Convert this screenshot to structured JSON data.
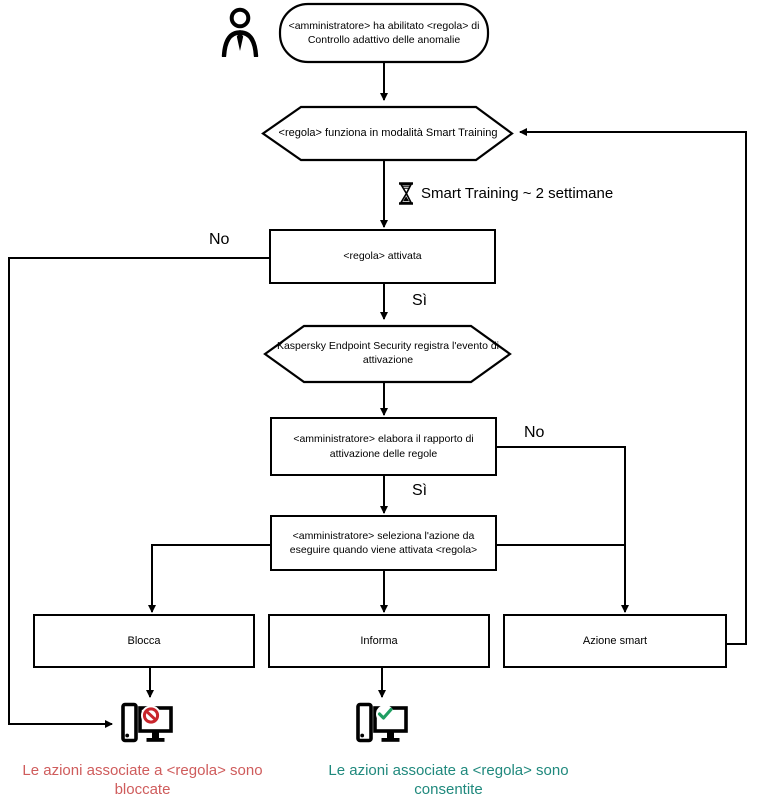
{
  "diagram": {
    "title_hint": "Adaptive Anomaly Control rule flow (Italian)",
    "nodes": {
      "start": {
        "label": "<amministratore> ha abilitato <regola> di\nControllo adattivo delle anomalie"
      },
      "training_mode": {
        "label": "<regola> funziona in modalità Smart Training"
      },
      "rule_triggered": {
        "label": "<regola> attivata"
      },
      "logs_event": {
        "label": "Kaspersky Endpoint Security registra l'evento di\nattivazione"
      },
      "admin_processes": {
        "label": "<amministratore> elabora il rapporto di\nattivazione delle regole"
      },
      "admin_selects": {
        "label": "<amministratore> seleziona l'azione da\neseguire quando viene attivata <regola>"
      },
      "block": {
        "label": "Blocca"
      },
      "inform": {
        "label": "Informa"
      },
      "smart": {
        "label": "Azione smart"
      }
    },
    "timer_note": {
      "label": "Smart Training ~ 2 settimane",
      "icon": "hourglass-icon"
    },
    "edge_labels": {
      "no_left": "No",
      "yes_after_trigger": "Sì",
      "no_right": "No",
      "yes_after_report": "Sì"
    },
    "outcomes": {
      "blocked": {
        "label": "Le azioni associate a <regola> sono\nbloccate",
        "color": "#cf5c5c"
      },
      "allowed": {
        "label": "Le azioni associate a <regola> sono\nconsentite",
        "color": "#20897d"
      }
    },
    "icons": {
      "actor": "person-icon",
      "blocked_pc": "computer-blocked-icon",
      "allowed_pc": "computer-allowed-icon"
    },
    "colors": {
      "line": "#000000",
      "prohibition": "#c8252c",
      "check": "#1f9e62",
      "blocked_text": "#cf5c5c",
      "allowed_text": "#20897d"
    }
  }
}
